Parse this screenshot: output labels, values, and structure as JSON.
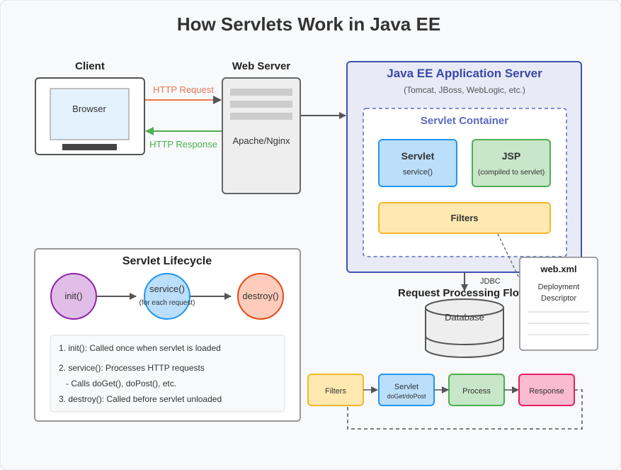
{
  "title": "How Servlets Work in Java EE",
  "client": {
    "label": "Client",
    "browser": "Browser"
  },
  "web_server": {
    "label": "Web Server",
    "name": "Apache/Nginx"
  },
  "http": {
    "request": "HTTP Request",
    "response": "HTTP Response"
  },
  "app_server": {
    "title": "Java EE Application Server",
    "subtitle": "(Tomcat, JBoss, WebLogic, etc.)",
    "container": "Servlet Container",
    "servlet": {
      "title": "Servlet",
      "sub": "service()"
    },
    "jsp": {
      "title": "JSP",
      "sub": "(compiled to servlet)"
    },
    "filters": "Filters"
  },
  "jdbc": "JDBC",
  "database": "Database",
  "webxml": {
    "title": "web.xml",
    "line1": "Deployment",
    "line2": "Descriptor"
  },
  "lifecycle": {
    "title": "Servlet Lifecycle",
    "init": "init()",
    "service": "service()",
    "service_note": "(for each request)",
    "destroy": "destroy()",
    "notes": [
      "1. init(): Called once when servlet is loaded",
      "2. service(): Processes HTTP requests",
      "   - Calls doGet(), doPost(), etc.",
      "3. destroy(): Called before servlet unloaded"
    ]
  },
  "flow": {
    "title": "Request Processing Flow",
    "filters": "Filters",
    "servlet": "Servlet",
    "servlet_sub": "doGet/doPost",
    "process": "Process",
    "response": "Response"
  },
  "colors": {
    "request_arrow": "#e87756",
    "response_arrow": "#4caf50",
    "app_server_border": "#3f51b5",
    "app_server_text": "#3949ab",
    "servlet_fill": "#bbdefb",
    "servlet_border": "#2196f3",
    "jsp_fill": "#c8e6c9",
    "jsp_border": "#4caf50",
    "filters_fill": "#ffe9b0",
    "filters_border": "#f5b82e",
    "init_fill": "#e1bee7",
    "init_border": "#8e24aa",
    "destroy_fill": "#ffccbc",
    "destroy_border": "#e64a19",
    "response_fill": "#f8bbd0",
    "response_border": "#e91e63"
  }
}
